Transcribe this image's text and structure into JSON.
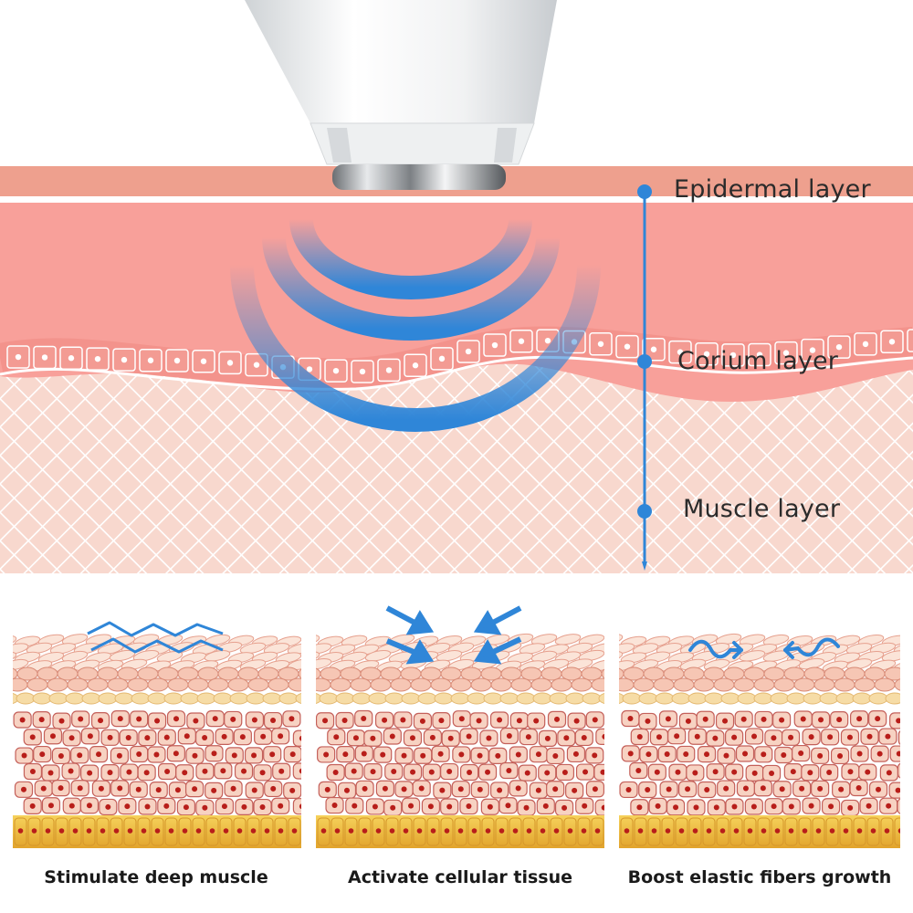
{
  "diagram": {
    "layers": [
      {
        "id": "epidermal",
        "label": "Epidermal layer"
      },
      {
        "id": "corium",
        "label": "Corium layer"
      },
      {
        "id": "muscle",
        "label": "Muscle layer"
      }
    ],
    "panels": [
      {
        "id": "stimulate",
        "caption": "Stimulate deep muscle",
        "effect": "zigzag"
      },
      {
        "id": "activate",
        "caption": "Activate cellular tissue",
        "effect": "inward-arrows"
      },
      {
        "id": "boost",
        "caption": "Boost elastic fibers growth",
        "effect": "wave-arrows"
      }
    ]
  },
  "colors": {
    "accent_blue": "#2f86d8",
    "epidermis": "#eea08e",
    "dermis": "#f8a09a",
    "muscle": "#f8d8ce",
    "cell_fill": "#f7d2c2",
    "cell_stroke": "#c4605a",
    "nucleus": "#b81e1a",
    "base_gold": "#f0c04a"
  }
}
